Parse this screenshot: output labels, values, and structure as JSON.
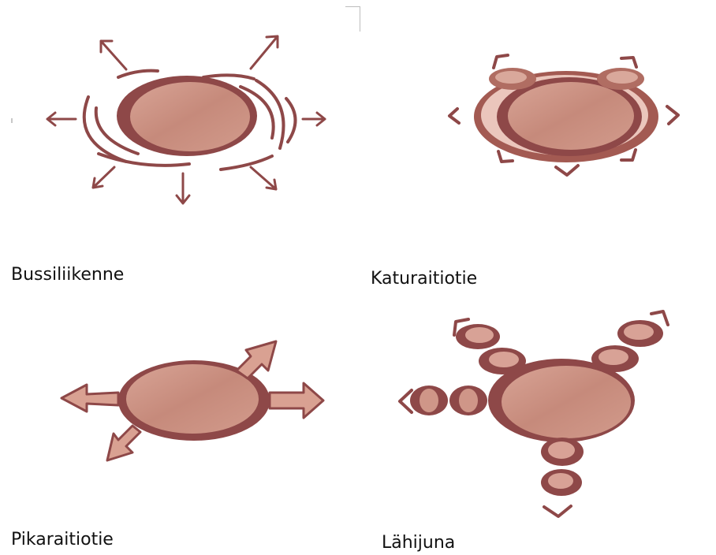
{
  "panels": {
    "bus": {
      "label": "Bussiliikenne"
    },
    "tram": {
      "label": "Katuraitiotie"
    },
    "fast": {
      "label": "Pikaraitiotie"
    },
    "rail": {
      "label": "Lähijuna"
    }
  },
  "colors": {
    "dark": "#8e4848",
    "fill": "#c98d7f",
    "light": "#dcab9e",
    "pale": "#ebc6bc"
  }
}
